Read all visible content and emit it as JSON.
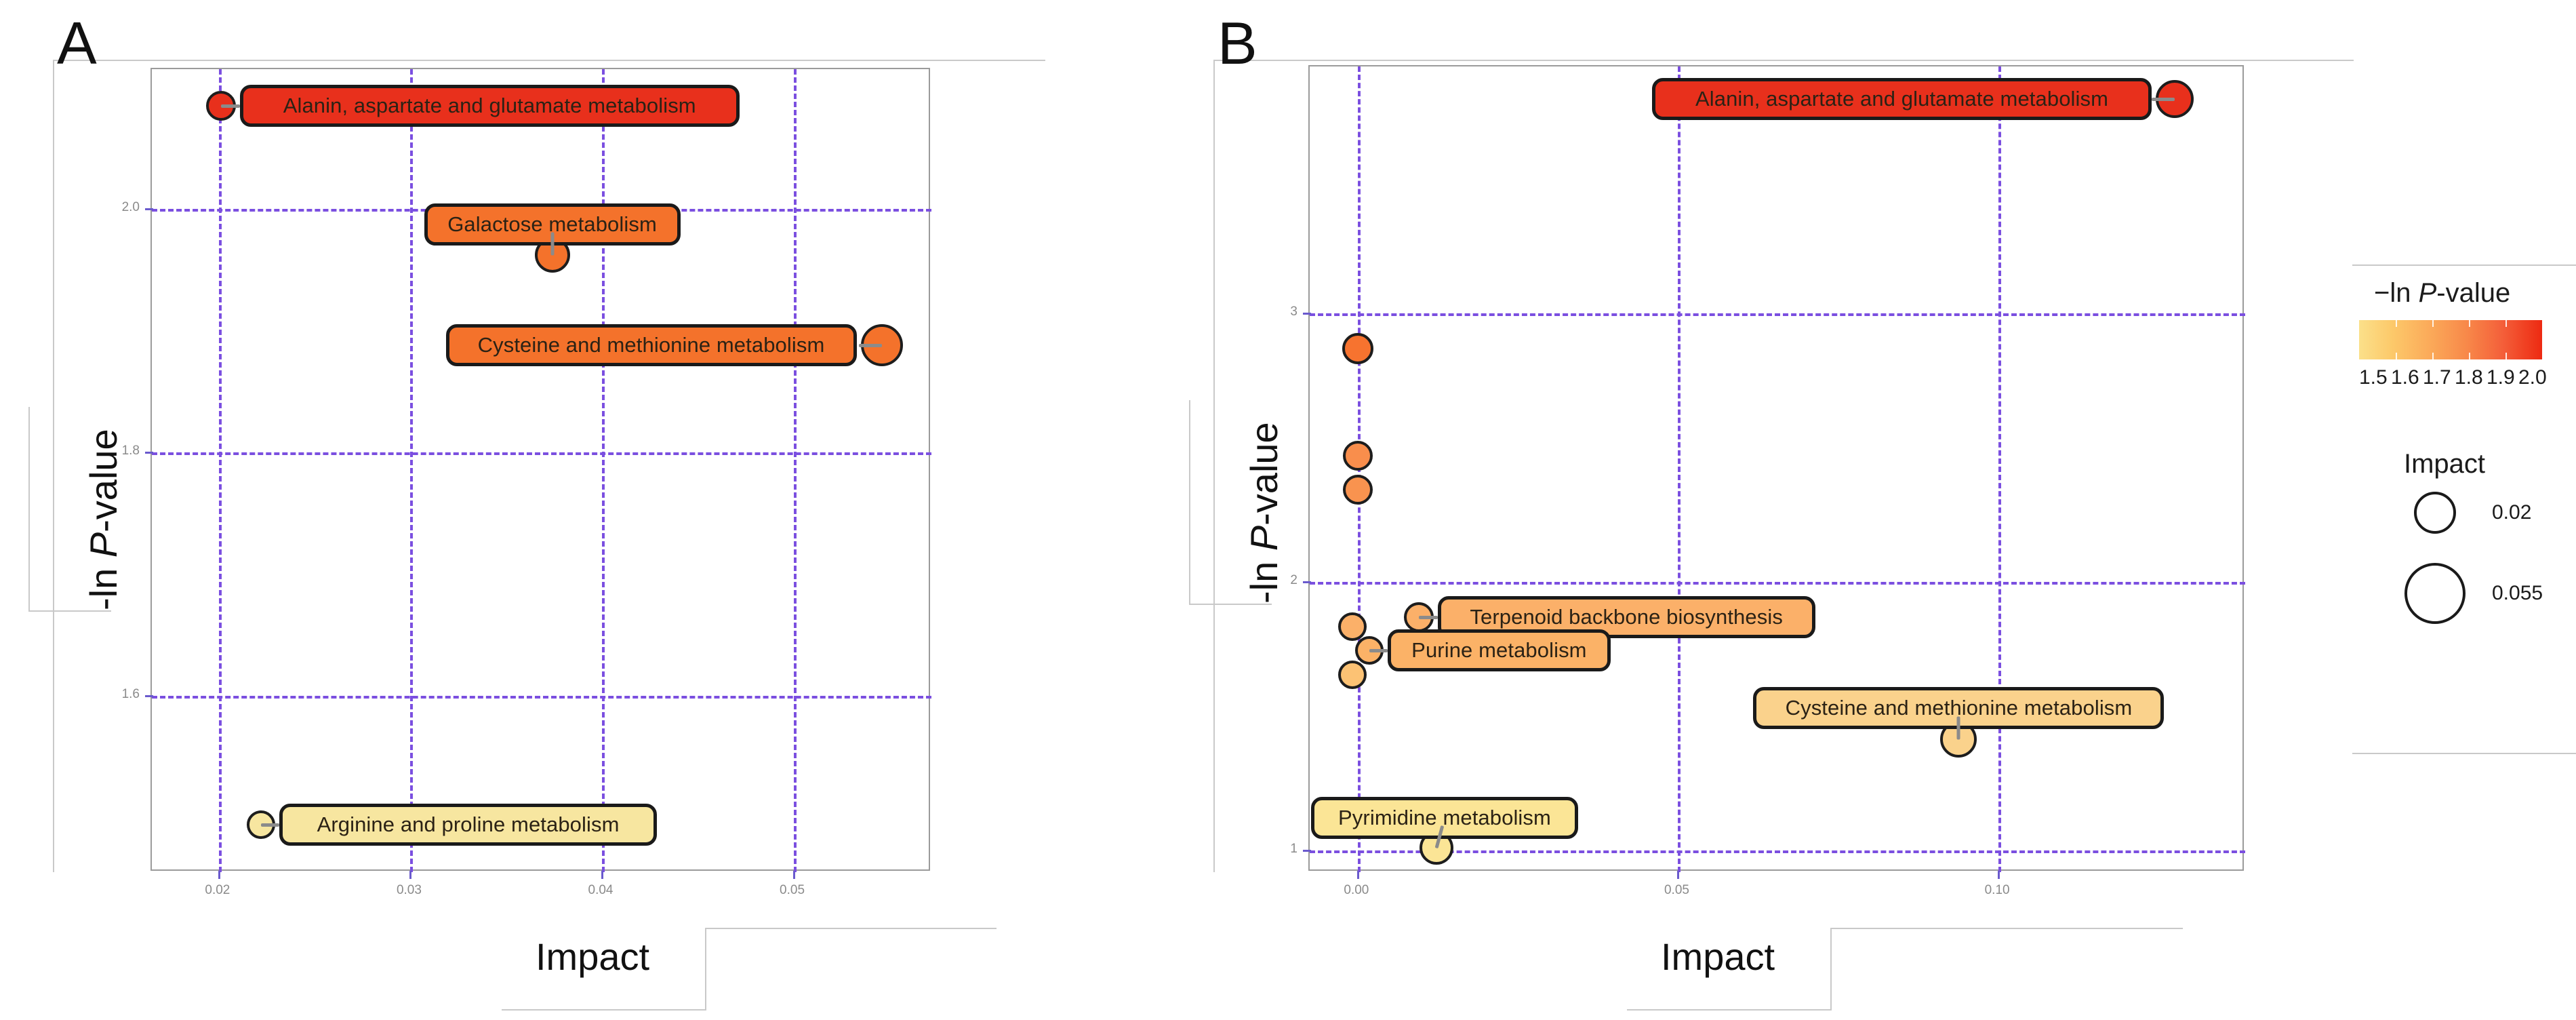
{
  "figure": {
    "panels": [
      {
        "letter": "A",
        "axes": {
          "xlabel": "Impact",
          "ylabel_prefix": "-ln ",
          "ylabel_italic": "P",
          "ylabel_suffix": "-value",
          "xticks": [
            "0.02",
            "0.03",
            "0.04",
            "0.05"
          ],
          "xtickvals": [
            0.02,
            0.03,
            0.04,
            0.05
          ],
          "yticks": [
            "2.0",
            "1.8",
            "1.6"
          ],
          "ytickvals": [
            2.0,
            1.8,
            1.6
          ],
          "xlim": [
            0.0165,
            0.0572
          ],
          "ylim": [
            1.455,
            2.115
          ],
          "grid": "dashed-violet"
        },
        "points": [
          {
            "label": "Alanin, aspartate and glutamate metabolism",
            "x": 0.0201,
            "y": 2.085,
            "impact": 0.0201,
            "neg_ln_p": 2.085,
            "color": "#e8301c",
            "r": 22,
            "label_side": "right"
          },
          {
            "label": "Galactose metabolism",
            "x": 0.0374,
            "y": 1.962,
            "impact": 0.0374,
            "neg_ln_p": 1.962,
            "color": "#f4722b",
            "r": 26,
            "label_side": "above"
          },
          {
            "label": "Cysteine and methionine metabolism",
            "x": 0.0546,
            "y": 1.888,
            "impact": 0.0546,
            "neg_ln_p": 1.888,
            "color": "#f4722b",
            "r": 31,
            "label_side": "left"
          },
          {
            "label": "Arginine and proline metabolism",
            "x": 0.0222,
            "y": 1.494,
            "impact": 0.0222,
            "neg_ln_p": 1.494,
            "color": "#f7e6a0",
            "r": 21,
            "label_side": "right"
          }
        ]
      },
      {
        "letter": "B",
        "axes": {
          "xlabel": "Impact",
          "ylabel_prefix": "-ln ",
          "ylabel_italic": "P",
          "ylabel_suffix": "-value",
          "xticks": [
            "0.00",
            "0.05",
            "0.10"
          ],
          "xtickvals": [
            0.0,
            0.05,
            0.1
          ],
          "yticks": [
            "3",
            "2",
            "1"
          ],
          "ytickvals": [
            3,
            2,
            1
          ],
          "xlim": [
            -0.0075,
            0.1385
          ],
          "ylim": [
            0.92,
            3.92
          ],
          "grid": "dashed-violet"
        },
        "points": [
          {
            "label": "Alanin, aspartate and glutamate metabolism",
            "x": 0.1275,
            "y": 3.8,
            "impact": 0.1275,
            "neg_ln_p": 3.8,
            "color": "#e8301c",
            "r": 28,
            "label_side": "left"
          },
          {
            "label": "",
            "x": 0.0,
            "y": 2.87,
            "impact": 0.0,
            "neg_ln_p": 2.87,
            "color": "#f7732f",
            "r": 23,
            "label_side": "none"
          },
          {
            "label": "",
            "x": 0.0,
            "y": 2.47,
            "impact": 0.0,
            "neg_ln_p": 2.47,
            "color": "#f98e4c",
            "r": 22,
            "label_side": "none"
          },
          {
            "label": "",
            "x": 0.0,
            "y": 2.345,
            "impact": 0.0,
            "neg_ln_p": 2.345,
            "color": "#f9934f",
            "r": 22,
            "label_side": "none"
          },
          {
            "label": "Terpenoid backbone biosynthesis",
            "x": 0.0095,
            "y": 1.87,
            "impact": 0.0095,
            "neg_ln_p": 1.87,
            "color": "#fbb069",
            "r": 22,
            "label_side": "right"
          },
          {
            "label": "",
            "x": -0.0008,
            "y": 1.835,
            "impact": 0.0,
            "neg_ln_p": 1.835,
            "color": "#fbb069",
            "r": 21,
            "label_side": "none"
          },
          {
            "label": "Purine metabolism",
            "x": 0.0018,
            "y": 1.745,
            "impact": 0.0018,
            "neg_ln_p": 1.745,
            "color": "#fbb267",
            "r": 21,
            "label_side": "right"
          },
          {
            "label": "",
            "x": -0.0008,
            "y": 1.655,
            "impact": 0.0,
            "neg_ln_p": 1.655,
            "color": "#fcc274",
            "r": 21,
            "label_side": "none"
          },
          {
            "label": "Cysteine and methionine metabolism",
            "x": 0.0938,
            "y": 1.415,
            "impact": 0.0938,
            "neg_ln_p": 1.415,
            "color": "#fad28c",
            "r": 27,
            "label_side": "above"
          },
          {
            "label": "Pyrimidine metabolism",
            "x": 0.0123,
            "y": 1.01,
            "impact": 0.0123,
            "neg_ln_p": 1.01,
            "color": "#fbe596",
            "r": 25,
            "label_side": "above"
          }
        ]
      }
    ],
    "legend": {
      "color_title_prefix": "−ln ",
      "color_title_italic": "P",
      "color_title_suffix": "-value",
      "colorbar_labels": [
        "1.5",
        "1.6",
        "1.7",
        "1.8",
        "1.9",
        "2.0"
      ],
      "colorbar_range": [
        1.5,
        2.0
      ],
      "colorbar_low": "#fbe08a",
      "colorbar_high": "#ed2a12",
      "size_title": "Impact",
      "size_items": [
        {
          "value": "0.02",
          "r": 27
        },
        {
          "value": "0.055",
          "r": 41
        }
      ]
    }
  },
  "chart_data": {
    "type": "scatter",
    "title": "",
    "xlabel": "Impact",
    "ylabel": "-ln P-value",
    "panels": [
      {
        "name": "A",
        "xlim": [
          0.0165,
          0.0572
        ],
        "ylim": [
          1.455,
          2.115
        ],
        "xticks": [
          0.02,
          0.03,
          0.04,
          0.05
        ],
        "yticks": [
          1.6,
          1.8,
          2.0
        ],
        "grid": true,
        "points": [
          {
            "name": "Alanin, aspartate and glutamate metabolism",
            "impact": 0.0201,
            "neg_ln_p": 2.085,
            "color": "#e8301c"
          },
          {
            "name": "Galactose metabolism",
            "impact": 0.0374,
            "neg_ln_p": 1.962,
            "color": "#f4722b"
          },
          {
            "name": "Cysteine and methionine metabolism",
            "impact": 0.0546,
            "neg_ln_p": 1.888,
            "color": "#f4722b"
          },
          {
            "name": "Arginine and proline metabolism",
            "impact": 0.0222,
            "neg_ln_p": 1.494,
            "color": "#f7e6a0"
          }
        ]
      },
      {
        "name": "B",
        "xlim": [
          -0.0075,
          0.1385
        ],
        "ylim": [
          0.92,
          3.92
        ],
        "xticks": [
          0.0,
          0.05,
          0.1
        ],
        "yticks": [
          1,
          2,
          3
        ],
        "grid": true,
        "points": [
          {
            "name": "Alanin, aspartate and glutamate metabolism",
            "impact": 0.1275,
            "neg_ln_p": 3.8,
            "color": "#e8301c"
          },
          {
            "name": "",
            "impact": 0.0,
            "neg_ln_p": 2.87,
            "color": "#f7732f"
          },
          {
            "name": "",
            "impact": 0.0,
            "neg_ln_p": 2.47,
            "color": "#f98e4c"
          },
          {
            "name": "",
            "impact": 0.0,
            "neg_ln_p": 2.345,
            "color": "#f9934f"
          },
          {
            "name": "Terpenoid backbone biosynthesis",
            "impact": 0.0095,
            "neg_ln_p": 1.87,
            "color": "#fbb069"
          },
          {
            "name": "",
            "impact": 0.0,
            "neg_ln_p": 1.835,
            "color": "#fbb069"
          },
          {
            "name": "Purine metabolism",
            "impact": 0.0018,
            "neg_ln_p": 1.745,
            "color": "#fbb267"
          },
          {
            "name": "",
            "impact": 0.0,
            "neg_ln_p": 1.655,
            "color": "#fcc274"
          },
          {
            "name": "Cysteine and methionine metabolism",
            "impact": 0.0938,
            "neg_ln_p": 1.415,
            "color": "#fad28c"
          },
          {
            "name": "Pyrimidine metabolism",
            "impact": 0.0123,
            "neg_ln_p": 1.01,
            "color": "#fbe596"
          }
        ]
      }
    ],
    "legend": {
      "colorbar": {
        "label": "-ln P-value",
        "ticks": [
          1.5,
          1.6,
          1.7,
          1.8,
          1.9,
          2.0
        ],
        "low": "#fbe08a",
        "high": "#ed2a12"
      },
      "size": {
        "label": "Impact",
        "values": [
          0.02,
          0.055
        ]
      }
    }
  }
}
